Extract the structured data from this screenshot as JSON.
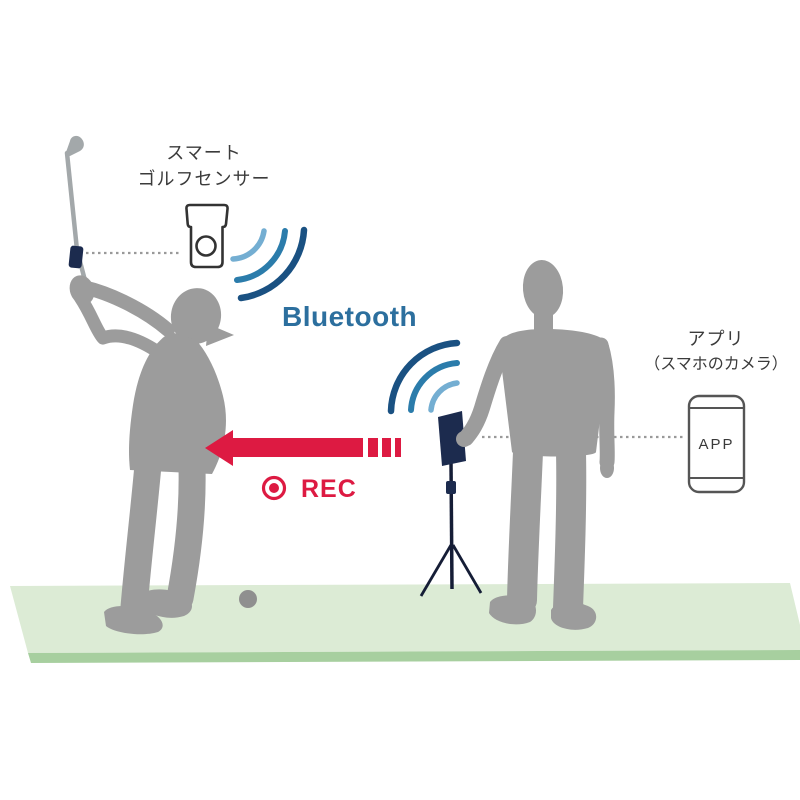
{
  "diagram": {
    "sensor_label_line1": "スマート",
    "sensor_label_line2": "ゴルフセンサー",
    "bluetooth_label": "Bluetooth",
    "rec_label": "REC",
    "app_label_line1": "アプリ",
    "app_label_line2": "（スマホのカメラ）",
    "app_icon_label": "APP",
    "colors": {
      "accent_red": "#dd1a42",
      "bluetooth_blue": "#2c6f9e",
      "arc_light": "#74aed2",
      "arc_mid": "#2b7cab",
      "arc_dark": "#1a5182",
      "device_navy": "#1c2b4e",
      "silhouette_gray": "#9c9c9c",
      "mat_green": "#dcebd5",
      "mat_edge_green": "#a7cf9f"
    }
  }
}
